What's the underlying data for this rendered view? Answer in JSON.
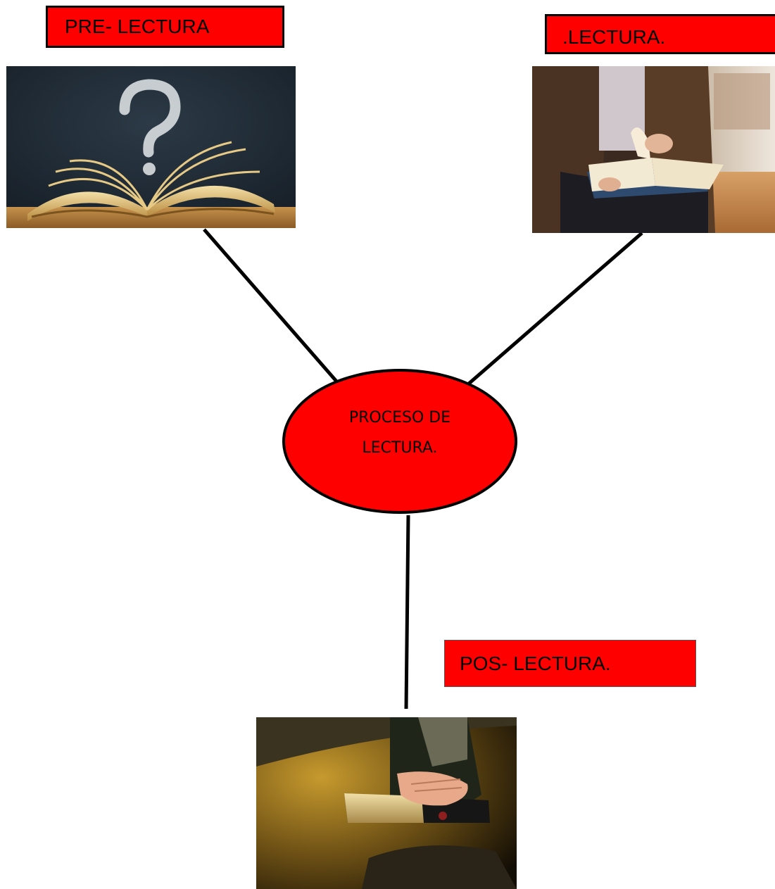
{
  "center": {
    "line1": "PROCESO DE",
    "line2": "LECTURA."
  },
  "nodes": [
    {
      "label": "PRE- LECTURA",
      "image": "open-book-question-mark-photo"
    },
    {
      "label": ".LECTURA.",
      "image": "person-reading-book-photo"
    },
    {
      "label": "POS- LECTURA.",
      "image": "hands-on-closed-book-photo"
    }
  ],
  "colors": {
    "node_fill": "#ff0000",
    "outline": "#000000"
  }
}
